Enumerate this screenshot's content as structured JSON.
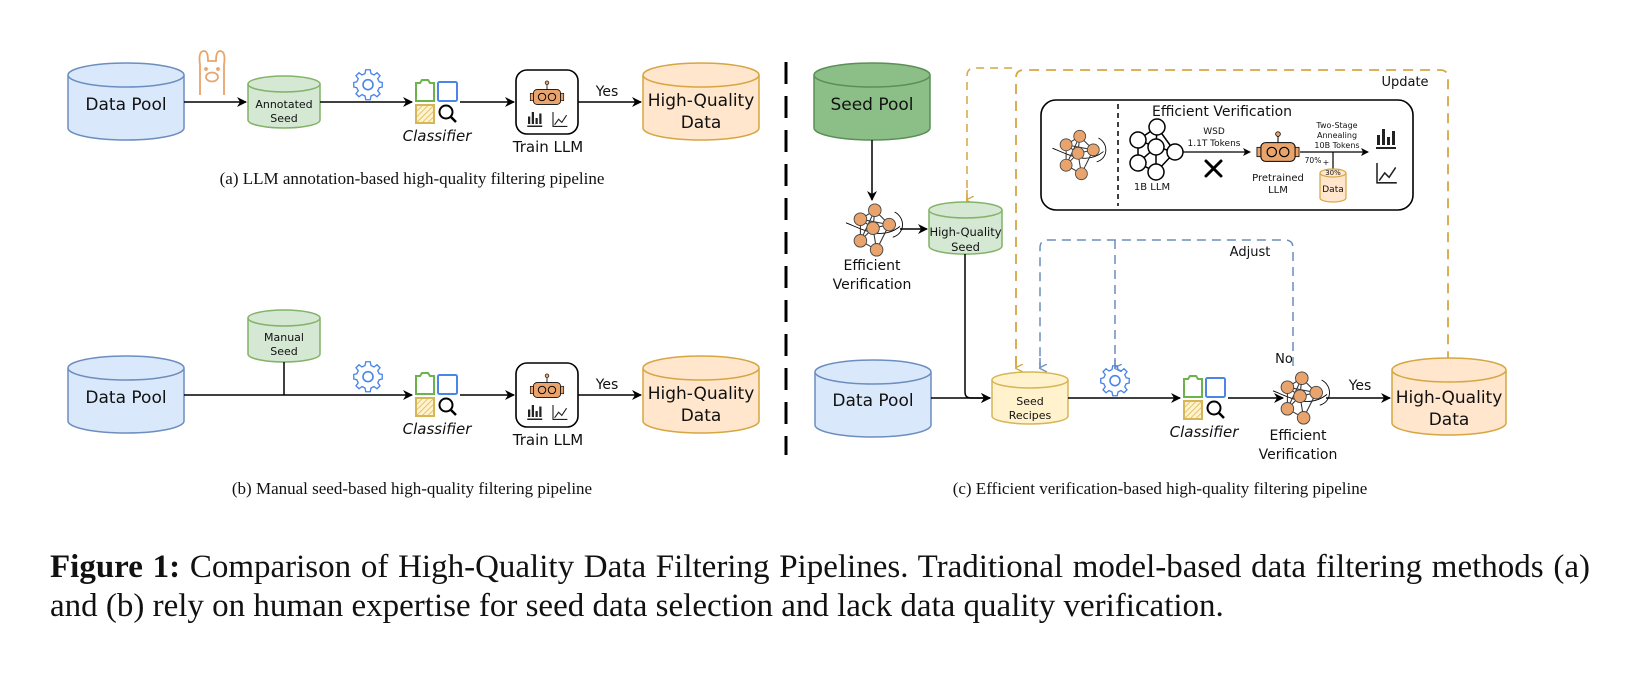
{
  "panel_a": {
    "data_pool": "Data Pool",
    "llm_icon": "llama-icon",
    "annotated_seed": [
      "Annotated",
      "Seed"
    ],
    "classifier": "Classifier",
    "train_llm": "Train LLM",
    "yes": "Yes",
    "output": [
      "High-Quality",
      "Data"
    ],
    "caption": "(a) LLM annotation-based high-quality filtering pipeline"
  },
  "panel_b": {
    "data_pool": "Data Pool",
    "manual_seed": [
      "Manual",
      "Seed"
    ],
    "classifier": "Classifier",
    "train_llm": "Train LLM",
    "yes": "Yes",
    "output": [
      "High-Quality",
      "Data"
    ],
    "caption": "(b) Manual seed-based high-quality filtering pipeline"
  },
  "panel_c": {
    "seed_pool": "Seed Pool",
    "efficient_verification_1": [
      "Efficient",
      "Verification"
    ],
    "hq_seed": [
      "High-Quality",
      "Seed"
    ],
    "update": "Update",
    "adjust": "Adjust",
    "data_pool": "Data Pool",
    "seed_recipes": [
      "Seed",
      "Recipes"
    ],
    "classifier": "Classifier",
    "no": "No",
    "yes": "Yes",
    "efficient_verification_2": [
      "Efficient",
      "Verification"
    ],
    "output": [
      "High-Quality",
      "Data"
    ],
    "ev_box": {
      "title": "Efficient Verification",
      "model": "1B LLM",
      "wsd": [
        "WSD",
        "1.1T Tokens"
      ],
      "pretrained": [
        "Pretrained",
        "LLM"
      ],
      "annealing": [
        "Two-Stage",
        "Annealing",
        "10B Tokens"
      ],
      "pct_70": "70%",
      "plus": "+",
      "pct_30": "30%",
      "data": "Data"
    },
    "caption": "(c) Efficient verification-based high-quality filtering pipeline"
  },
  "figure_caption": {
    "label": "Figure 1:",
    "text": " Comparison of High-Quality Data Filtering Pipelines.  Traditional model-based data filtering methods (a) and (b) rely on human expertise for seed data selection and lack data quality verification."
  },
  "colors": {
    "blue_fill": "#dae8fc",
    "blue_stroke": "#6c8ebf",
    "green_fill": "#d5e8d4",
    "green_stroke": "#82b366",
    "seed_pool_fill": "#8cbf88",
    "orange_fill": "#ffe6cc",
    "orange_stroke": "#d6a642",
    "yellow_fill": "#fff2cc",
    "yellow_stroke": "#d6b656",
    "robot": "#e8a46c",
    "update_dash": "#d6a642",
    "adjust_dash": "#6c8ebf"
  }
}
